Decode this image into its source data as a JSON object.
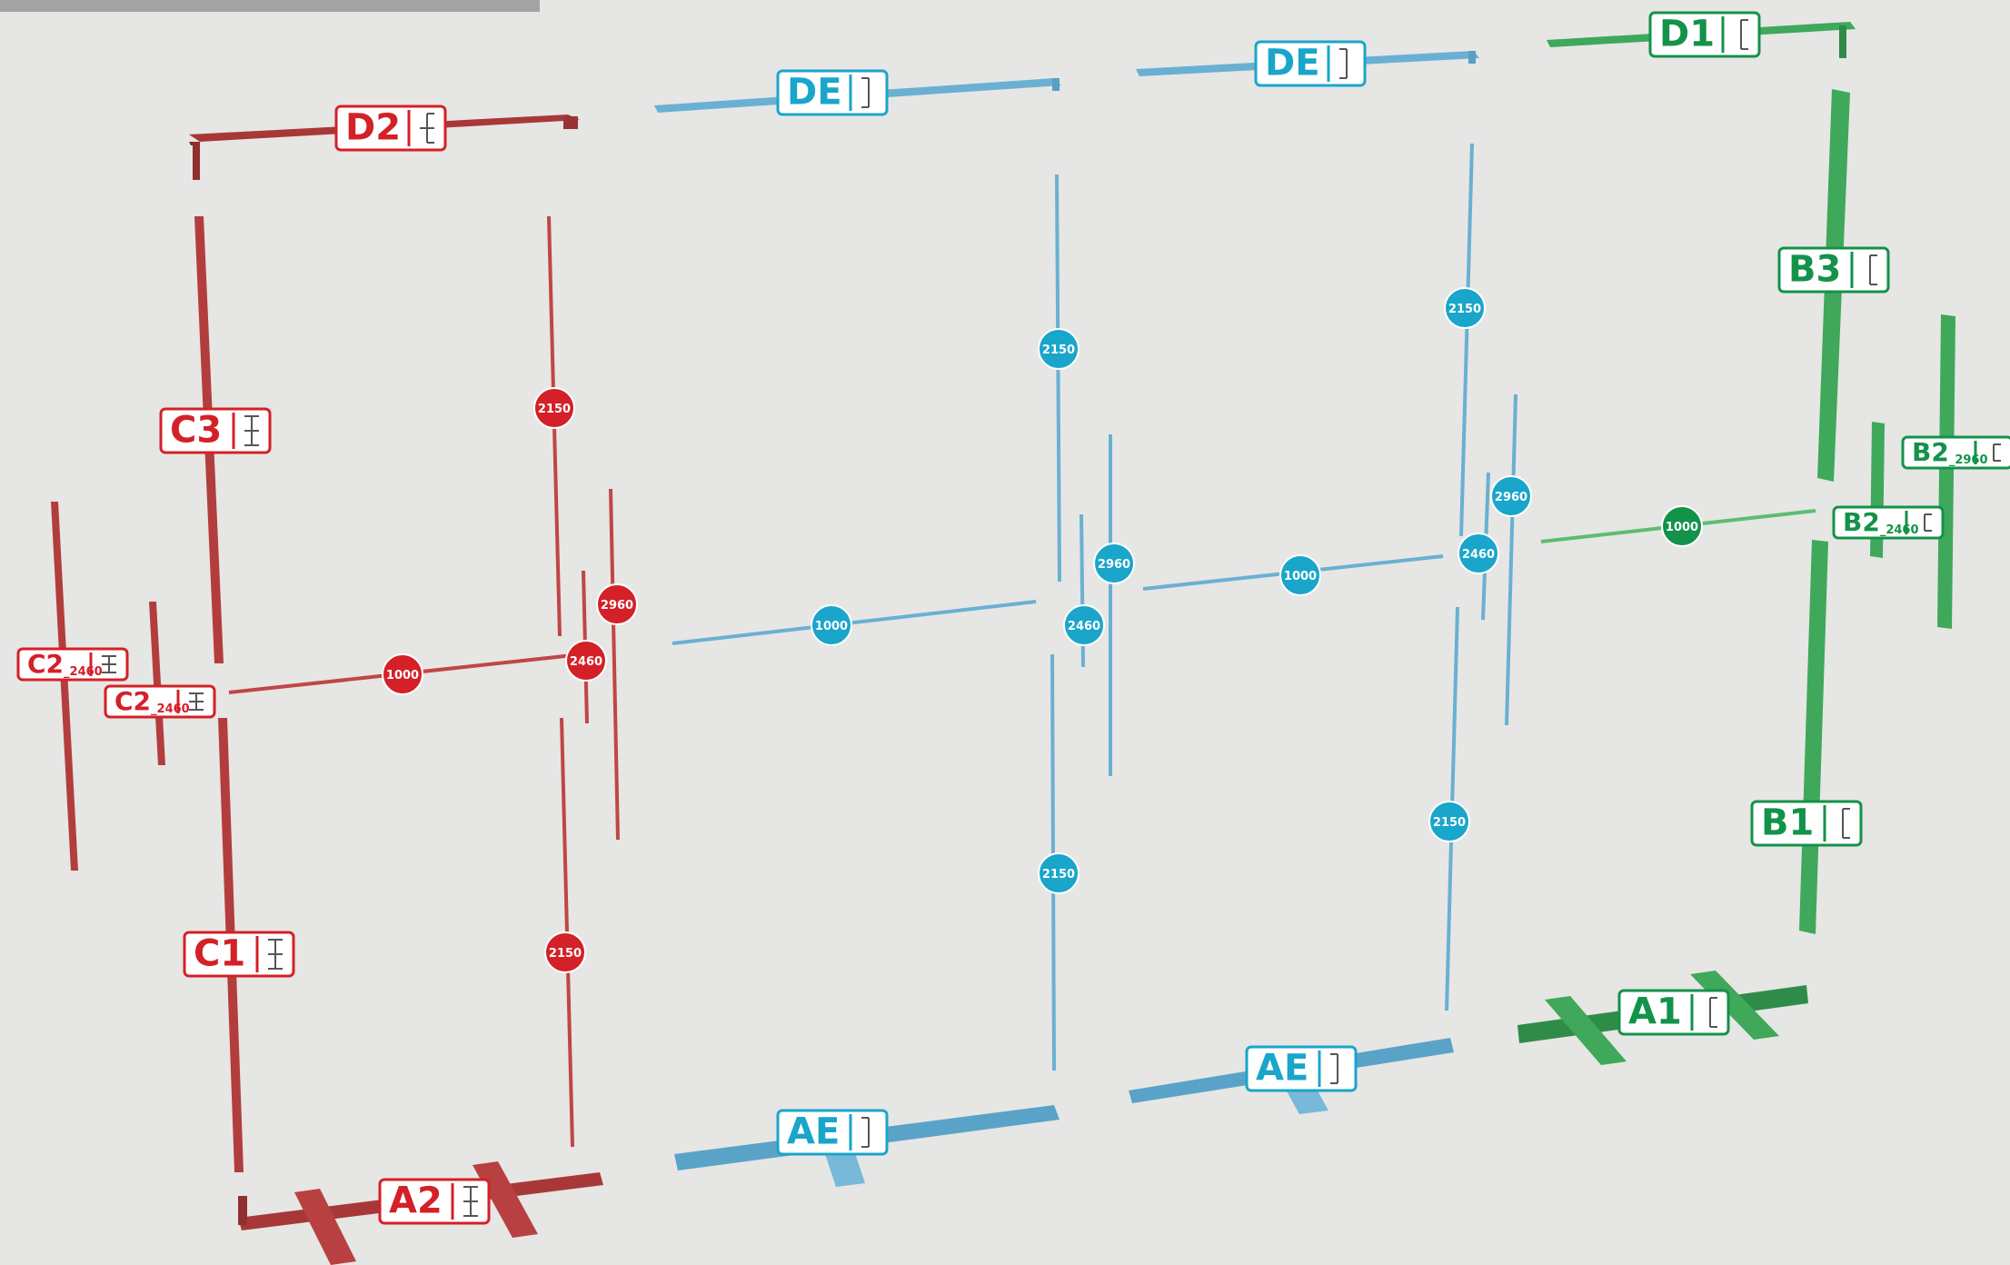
{
  "colors": {
    "red": "#d42027",
    "red_part": "#b33d3d",
    "blue": "#1aa5cb",
    "blue_part": "#6ab0d2",
    "green": "#13924a",
    "green_part": "#3fa85a",
    "background": "#e6e6e4"
  },
  "labels": {
    "d2": {
      "main": "D2",
      "sub": ""
    },
    "c3": {
      "main": "C3",
      "sub": ""
    },
    "c2_outer": {
      "main": "C2",
      "sub": "_2460"
    },
    "c2_inner": {
      "main": "C2",
      "sub": "_2460"
    },
    "c1": {
      "main": "C1",
      "sub": ""
    },
    "a2": {
      "main": "A2",
      "sub": ""
    },
    "de_left": {
      "main": "DE",
      "sub": ""
    },
    "de_right": {
      "main": "DE",
      "sub": ""
    },
    "ae_left": {
      "main": "AE",
      "sub": ""
    },
    "ae_right": {
      "main": "AE",
      "sub": ""
    },
    "d1": {
      "main": "D1",
      "sub": ""
    },
    "b3": {
      "main": "B3",
      "sub": ""
    },
    "b2_upper": {
      "main": "B2",
      "sub": "_2960"
    },
    "b2_lower": {
      "main": "B2",
      "sub": "_2460"
    },
    "b1": {
      "main": "B1",
      "sub": ""
    },
    "a1": {
      "main": "A1",
      "sub": ""
    }
  },
  "dimensions": {
    "red_2150_top": "2150",
    "red_2960": "2960",
    "red_2460": "2460",
    "red_1000": "1000",
    "red_2150_bottom": "2150",
    "blue_left_1000": "1000",
    "blue_left_2150_top": "2150",
    "blue_left_2960": "2960",
    "blue_left_2460": "2460",
    "blue_left_2150_bottom": "2150",
    "blue_right_1000": "1000",
    "blue_right_2150_top": "2150",
    "blue_right_2960": "2960",
    "blue_right_2460": "2460",
    "blue_right_2150_bottom": "2150",
    "green_1000": "1000"
  }
}
